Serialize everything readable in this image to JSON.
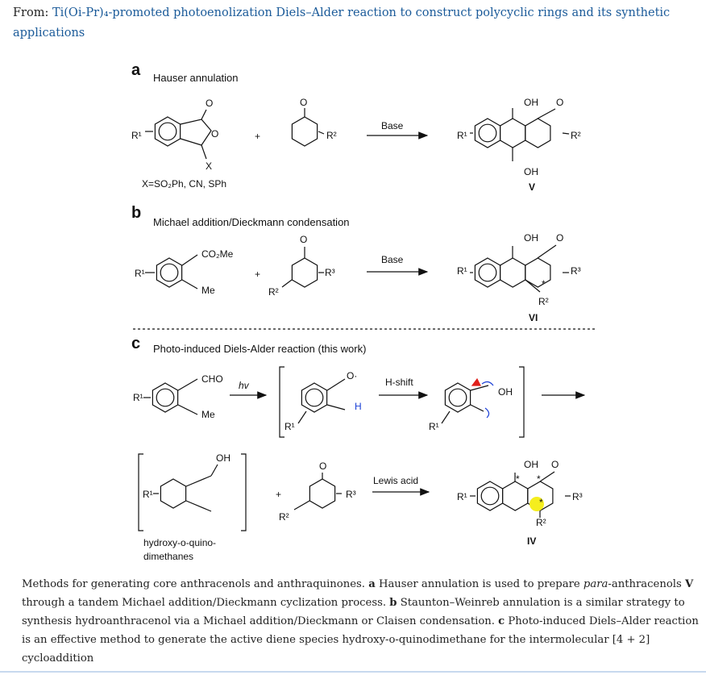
{
  "header": {
    "from_label": "From:",
    "article_title": "Ti(Oi-Pr)₄-promoted photoenolization Diels–Alder reaction to construct polycyclic rings and its synthetic applications"
  },
  "figure": {
    "a": {
      "letter": "a",
      "title": "Hauser annulation",
      "x_sub": "X=SO₂Ph, CN, SPh",
      "x": "X",
      "o": "O",
      "r1": "R¹",
      "r2": "R²",
      "plus": "+",
      "reagent": "Base",
      "oh": "OH",
      "product": "V"
    },
    "b": {
      "letter": "b",
      "title": "Michael addition/Dieckmann condensation",
      "co2me": "CO₂Me",
      "me": "Me",
      "r1": "R¹",
      "r2": "R²",
      "r3": "R³",
      "o": "O",
      "plus": "+",
      "reagent": "Base",
      "oh": "OH",
      "star": "*",
      "product": "VI"
    },
    "c": {
      "letter": "c",
      "title": "Photo-induced Diels-Alder reaction (this work)",
      "cho": "CHO",
      "me": "Me",
      "r1": "R¹",
      "hv": "hv",
      "o_rad": "O·",
      "h": "H",
      "hshift": "H-shift",
      "oh": "OH",
      "plus": "+",
      "o": "O",
      "r2": "R²",
      "r3": "R³",
      "reagent2": "Lewis acid",
      "diene_name_1": "hydroxy-o-quino-",
      "diene_name_2": "dimethanes",
      "star": "*",
      "product": "IV"
    },
    "colors": {
      "blue": "#1a3fd6",
      "red": "#e0201b",
      "yellow": "#f5ee1e"
    }
  },
  "caption": {
    "t1": "Methods for generating core anthracenols and anthraquinones. ",
    "a": "a",
    "t2": " Hauser annulation is used to prepare ",
    "para": "para",
    "t3": "-anthracenols ",
    "v": "V",
    "t4": " through a tandem Michael addition/Dieckmann cyclization process. ",
    "b": "b",
    "t5": " Staunton–Weinreb annulation is a similar strategy to synthesis hydroanthracenol via a Michael addition/Dieckmann or Claisen condensation. ",
    "c": "c",
    "t6": " Photo-induced Diels–Alder reaction is an effective method to generate the active diene species hydroxy-o-quinodimethane for the intermolecular [4 + 2] cycloaddition"
  }
}
